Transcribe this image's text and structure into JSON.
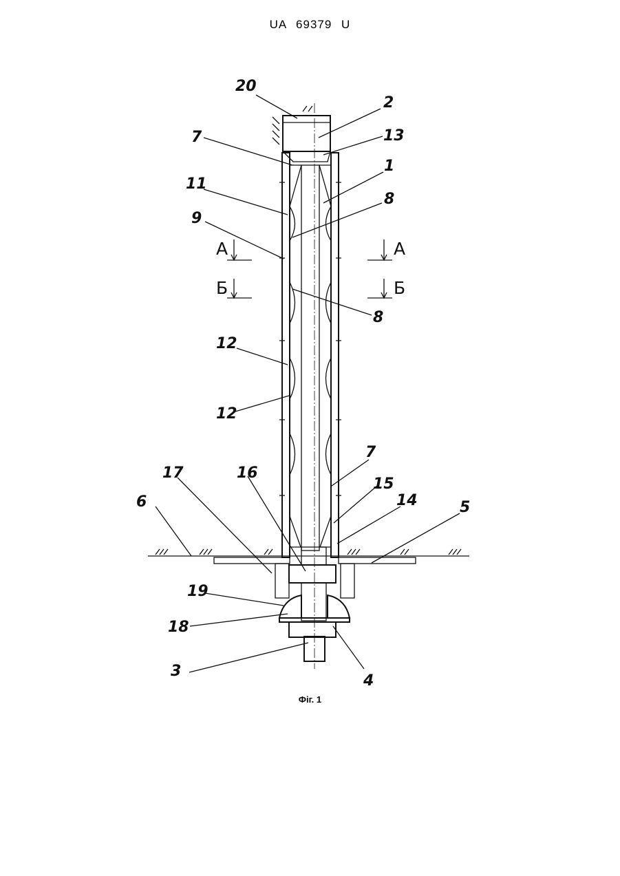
{
  "header": {
    "text": "UA   69379   U"
  },
  "caption": {
    "text": "Фіг. 1"
  },
  "labels": {
    "l20": "20",
    "l2": "2",
    "l13": "13",
    "l7_top": "7",
    "l1": "1",
    "l11": "11",
    "l8_top": "8",
    "l9": "9",
    "l8_mid": "8",
    "l12_a": "12",
    "l12_b": "12",
    "l7_bot": "7",
    "l17": "17",
    "l16": "16",
    "l15": "15",
    "l14": "14",
    "l6": "6",
    "l5": "5",
    "l19": "19",
    "l18": "18",
    "l3": "3",
    "l4": "4"
  },
  "sections": {
    "a_left": "А",
    "a_right": "А",
    "b_left": "Б",
    "b_right": "Б"
  }
}
